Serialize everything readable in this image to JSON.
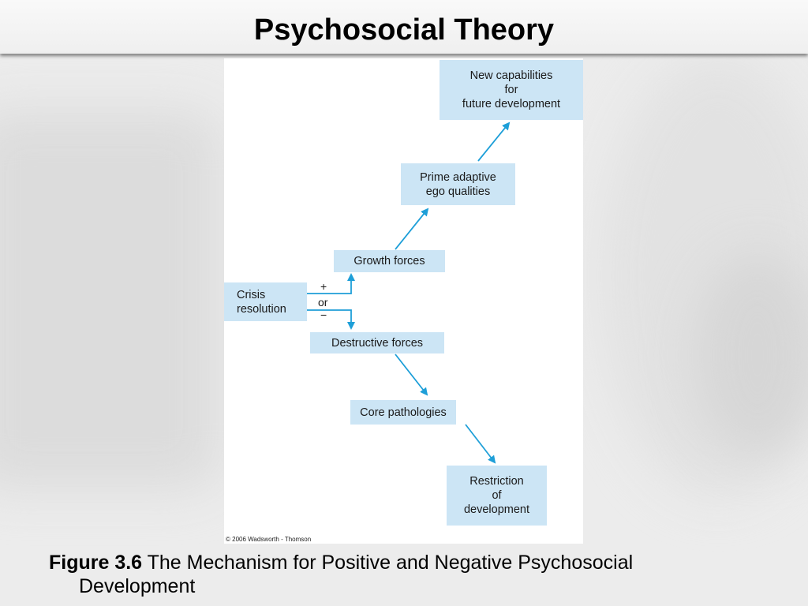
{
  "slide": {
    "title": "Psychosocial Theory"
  },
  "diagram": {
    "boxes": {
      "new_capabilities": "New capabilities\nfor\nfuture development",
      "prime_adaptive": "Prime adaptive\nego qualities",
      "growth_forces": "Growth forces",
      "crisis_resolution": "Crisis\nresolution",
      "destructive_forces": "Destructive forces",
      "core_pathologies": "Core pathologies",
      "restriction": "Restriction\nof\ndevelopment"
    },
    "branch_labels": {
      "plus": "+",
      "or": "or",
      "minus": "−"
    },
    "copyright": "© 2006 Wadsworth - Thomson",
    "colors": {
      "box_fill": "#cce5f5",
      "arrow": "#1e9fd8"
    }
  },
  "caption": {
    "label": "Figure 3.6",
    "text_line1": "The Mechanism for Positive and Negative Psychosocial",
    "text_line2": "Development"
  }
}
